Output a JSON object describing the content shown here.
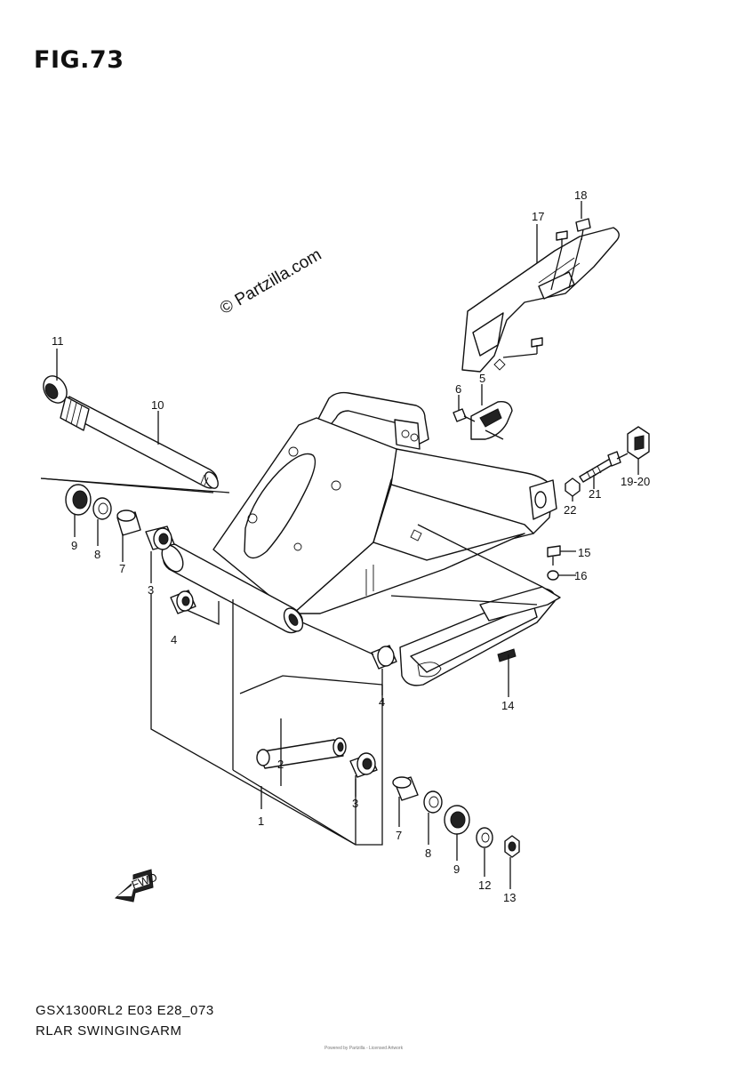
{
  "figure": {
    "title": "FIG.73",
    "model_code": "GSX1300RL2 E03 E28_073",
    "section_title": "RLAR SWINGINGARM",
    "watermark": "© Partzilla.com",
    "credit": "Powered by Partzilla - Licensed Artwork",
    "fwd_label": "FWD"
  },
  "callouts": [
    {
      "id": "1",
      "label": "1"
    },
    {
      "id": "2",
      "label": "2"
    },
    {
      "id": "3a",
      "label": "3"
    },
    {
      "id": "3b",
      "label": "3"
    },
    {
      "id": "4a",
      "label": "4"
    },
    {
      "id": "4b",
      "label": "4"
    },
    {
      "id": "5",
      "label": "5"
    },
    {
      "id": "6",
      "label": "6"
    },
    {
      "id": "7a",
      "label": "7"
    },
    {
      "id": "7b",
      "label": "7"
    },
    {
      "id": "8a",
      "label": "8"
    },
    {
      "id": "8b",
      "label": "8"
    },
    {
      "id": "9a",
      "label": "9"
    },
    {
      "id": "9b",
      "label": "9"
    },
    {
      "id": "10",
      "label": "10"
    },
    {
      "id": "11",
      "label": "11"
    },
    {
      "id": "12",
      "label": "12"
    },
    {
      "id": "13",
      "label": "13"
    },
    {
      "id": "14",
      "label": "14"
    },
    {
      "id": "15",
      "label": "15"
    },
    {
      "id": "16",
      "label": "16"
    },
    {
      "id": "17",
      "label": "17"
    },
    {
      "id": "18",
      "label": "18"
    },
    {
      "id": "1920",
      "label": "19-20"
    },
    {
      "id": "21",
      "label": "21"
    },
    {
      "id": "22",
      "label": "22"
    }
  ]
}
